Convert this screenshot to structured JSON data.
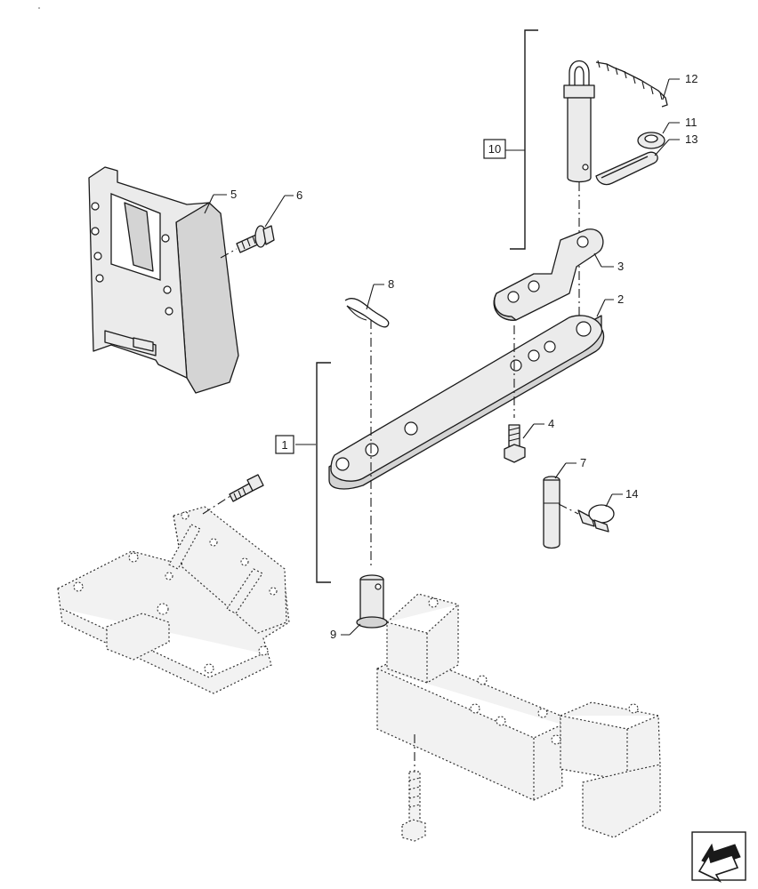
{
  "callouts": {
    "c1": "1",
    "c2": "2",
    "c3": "3",
    "c4": "4",
    "c5": "5",
    "c6": "6",
    "c7": "7",
    "c8": "8",
    "c9": "9",
    "c10": "10",
    "c11": "11",
    "c12": "12",
    "c13": "13",
    "c14": "14"
  },
  "icons": {
    "nav": "next-page-arrow-icon"
  }
}
